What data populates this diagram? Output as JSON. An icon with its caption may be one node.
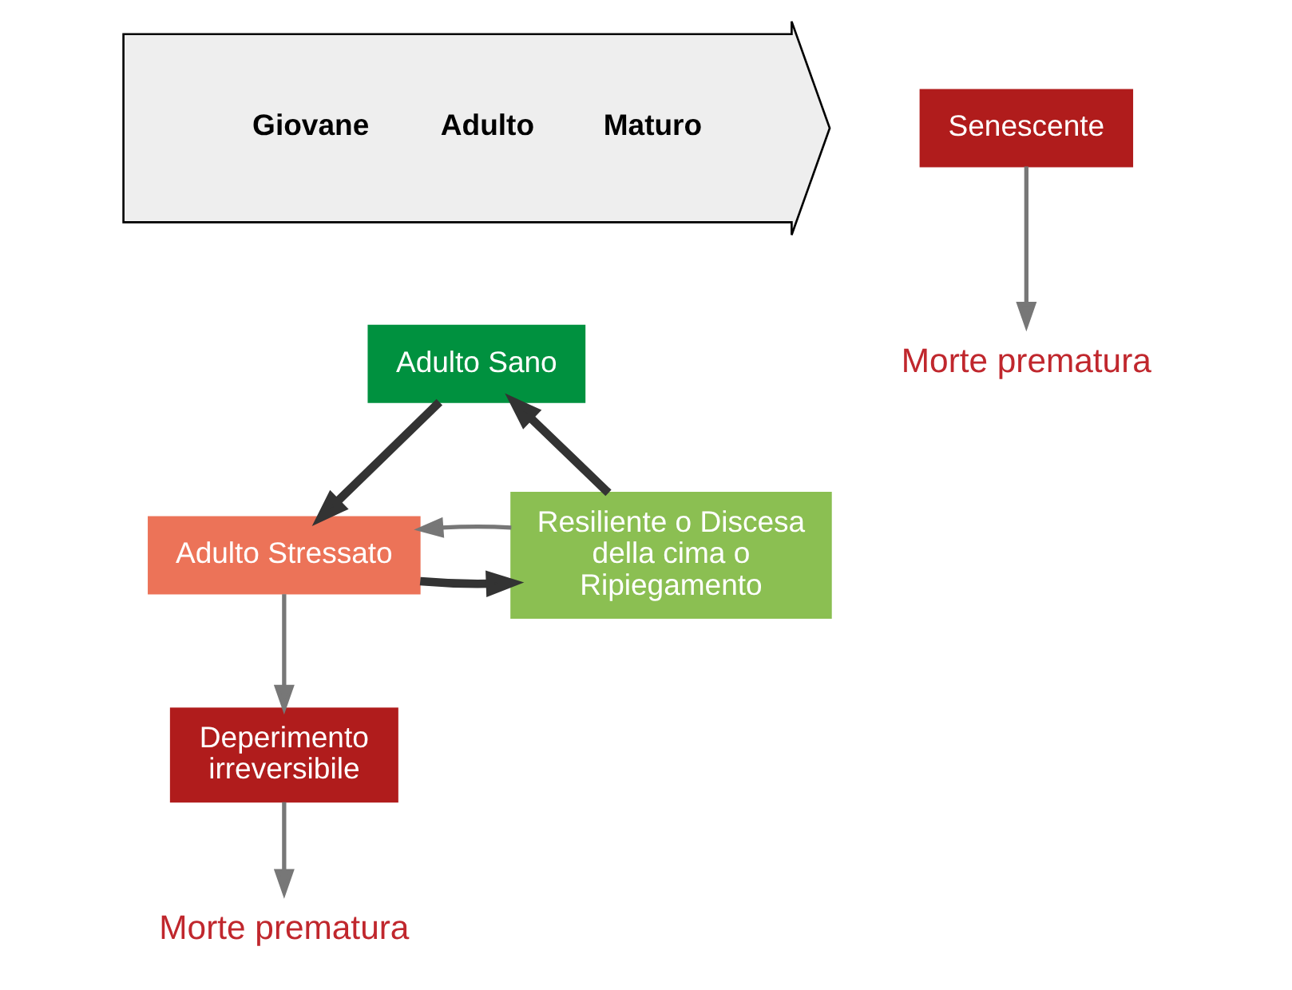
{
  "diagram": {
    "nodes": [
      {
        "text": [
          "Giovane",
          "Adulto",
          "Maturo"
        ]
      },
      {
        "text": [
          "Senescente"
        ]
      },
      {
        "text": [
          "Morte prematura"
        ]
      },
      {
        "text": [
          "Adulto Sano"
        ]
      },
      {
        "text": [
          "Adulto Stressato"
        ]
      },
      {
        "text": [
          "Resiliente o Discesa della cima o Ripiegamento"
        ]
      },
      {
        "text": [
          "Deperimento irreversibile"
        ]
      },
      {
        "text": [
          "Morte prematura"
        ]
      }
    ],
    "edges": [
      {
        "from": 1,
        "to": 2,
        "arrow": "to"
      },
      {
        "from": 3,
        "to": 4,
        "arrow": "to",
        "style": "thick"
      },
      {
        "from": 4,
        "to": 5,
        "arrow": "to",
        "style": "thick"
      },
      {
        "from": 5,
        "to": 3,
        "arrow": "to",
        "style": "thick"
      },
      {
        "from": 5,
        "to": 4,
        "arrow": "to"
      },
      {
        "from": 4,
        "to": 6,
        "arrow": "to"
      },
      {
        "from": 6,
        "to": 7,
        "arrow": "to"
      }
    ]
  }
}
